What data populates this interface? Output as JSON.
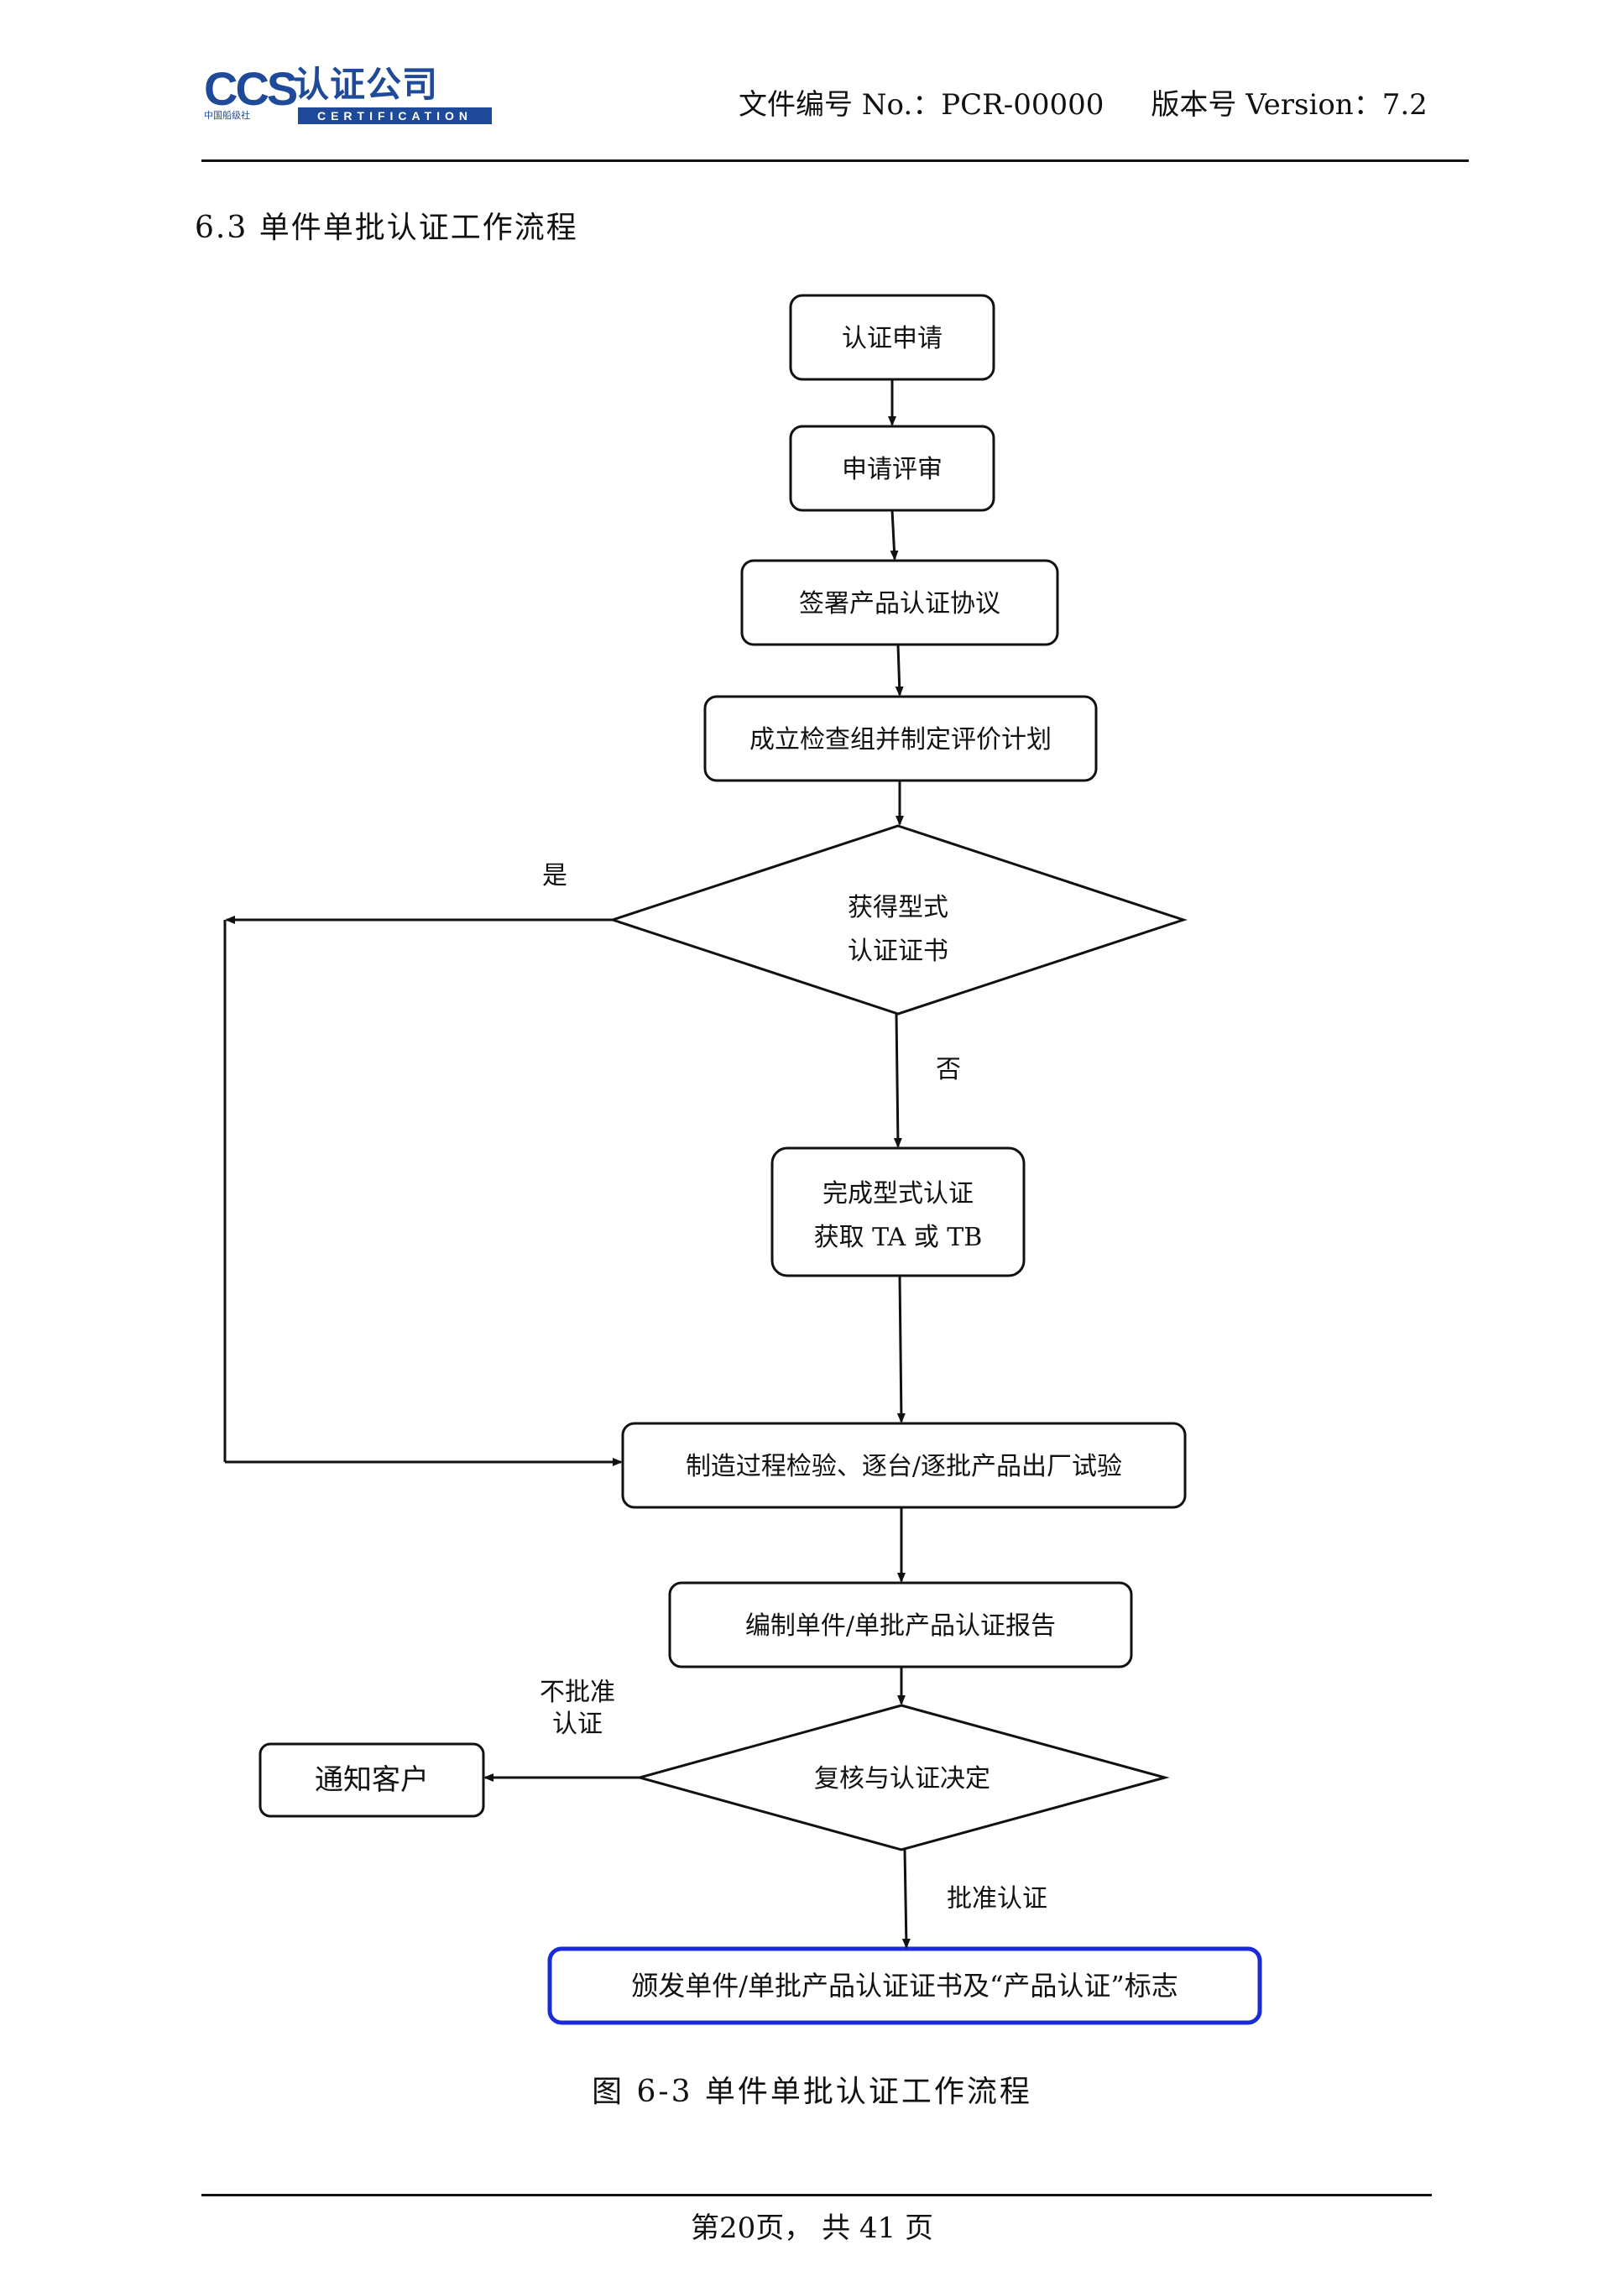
{
  "header": {
    "logo_mark": "CCS",
    "logo_name": "认证公司",
    "logo_sub": "中国船级社",
    "logo_en": "CERTIFICATION",
    "doc_no": "文件编号 No.：PCR-00000",
    "version": "版本号 Version：7.2"
  },
  "section_title": "6.3 单件单批认证工作流程",
  "flow": {
    "steps": {
      "apply": "认证申请",
      "review": "申请评审",
      "agreement": "签署产品认证协议",
      "team": "成立检查组并制定评价计划",
      "decision1_line1": "获得型式",
      "decision1_line2": "认证证书",
      "type_cert_line1": "完成型式认证",
      "type_cert_line2": "获取 TA 或 TB",
      "inspection": "制造过程检验、逐台/逐批产品出厂试验",
      "report": "编制单件/单批产品认证报告",
      "decision2": "复核与认证决定",
      "notify": "通知客户",
      "issue": "颁发单件/单批产品认证证书及“产品认证”标志"
    },
    "labels": {
      "yes": "是",
      "no": "否",
      "reject_line1": "不批准",
      "reject_line2": "认证",
      "approve": "批准认证"
    },
    "colors": {
      "line": "#111111",
      "highlight": "#1a2bd6"
    }
  },
  "caption": "图 6-3 单件单批认证工作流程",
  "footer": "第20页， 共 41 页"
}
